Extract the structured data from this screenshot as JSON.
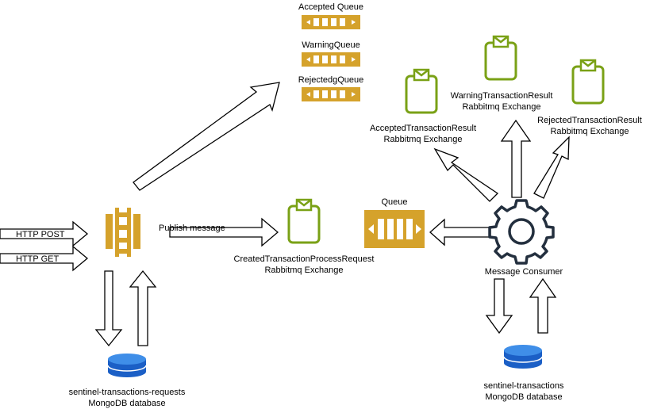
{
  "colors": {
    "queue": "#d5a22b",
    "queue_inner": "#ffffff",
    "exchange": "#7aa116",
    "api_gateway": "#d5a22b",
    "database_top": "#3f8ee8",
    "database_body": "#1b5fc6",
    "gear": "#232f3e",
    "arrow_stroke": "#000000"
  },
  "icons": {
    "queue": "queue-icon",
    "exchange": "exchange-icon",
    "api_gateway": "api-gateway-icon",
    "database": "database-icon",
    "consumer": "gear-icon"
  },
  "inputs": {
    "http_post": "HTTP POST",
    "http_get": "HTTP GET"
  },
  "publish_label": "Publish message",
  "queues": {
    "accepted": "Accepted Queue",
    "warning": "WarningQueue",
    "rejected": "RejectedgQueue",
    "main": "Queue"
  },
  "exchanges": {
    "created": {
      "line1": "CreatedTransactionProcessRequest",
      "line2": "Rabbitmq Exchange"
    },
    "accepted": {
      "line1": "AcceptedTransactionResult",
      "line2": "Rabbitmq Exchange"
    },
    "warning": {
      "line1": "WarningTransactionResult",
      "line2": "Rabbitmq Exchange"
    },
    "rejected": {
      "line1": "RejectedTransactionResult",
      "line2": "Rabbitmq Exchange"
    }
  },
  "consumer_label": "Message Consumer",
  "databases": {
    "requests": {
      "line1": "sentinel-transactions-requests",
      "line2": "MongoDB database"
    },
    "transactions": {
      "line1": "sentinel-transactions",
      "line2": "MongoDB database"
    }
  }
}
